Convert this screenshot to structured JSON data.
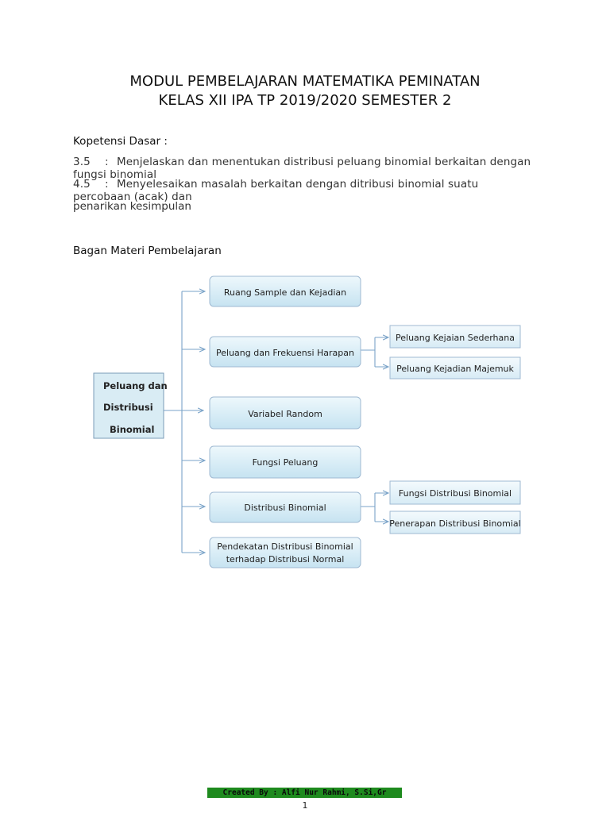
{
  "header": {
    "title_line1": "MODUL PEMBELAJARAN MATEMATIKA PEMINATAN",
    "title_line2": "KELAS XII IPA TP 2019/2020 SEMESTER 2"
  },
  "kompetensi": {
    "heading": "Kopetensi Dasar :",
    "items": [
      {
        "num": "3.5",
        "colon": ":",
        "text": "Menjelaskan dan menentukan distribusi peluang binomial berkaitan dengan fungsi binomial"
      },
      {
        "num": "4.5",
        "colon": ":",
        "text": "Menyelesaikan masalah berkaitan dengan ditribusi binomial suatu percobaan (acak) dan"
      }
    ],
    "continuation": "penarikan kesimpulan"
  },
  "bagan": {
    "heading": "Bagan Materi Pembelajaran",
    "root": {
      "line1": "Peluang dan",
      "line2": "Distribusi",
      "line3": "Binomial"
    },
    "branches": [
      {
        "label": "Ruang Sample dan Kejadian"
      },
      {
        "label": "Peluang dan Frekuensi Harapan",
        "children": [
          "Peluang Kejaian Sederhana",
          "Peluang Kejadian Majemuk"
        ]
      },
      {
        "label": "Variabel Random"
      },
      {
        "label": "Fungsi Peluang"
      },
      {
        "label": "Distribusi Binomial",
        "children": [
          "Fungsi Distribusi Binomial",
          "Penerapan Distribusi Binomial"
        ]
      },
      {
        "label_line1": "Pendekatan Distribusi Binomial",
        "label_line2": "terhadap Distribusi Normal"
      }
    ]
  },
  "footer": {
    "credit": "Created By : Alfi Nur Rahmi, S.Si,Gr",
    "page_number": "1"
  },
  "colors": {
    "box_fill_top": "#eef8fc",
    "box_fill_bottom": "#c6e3f1",
    "connector": "#7aa3c8",
    "footer_bg": "#1e8a1e"
  }
}
